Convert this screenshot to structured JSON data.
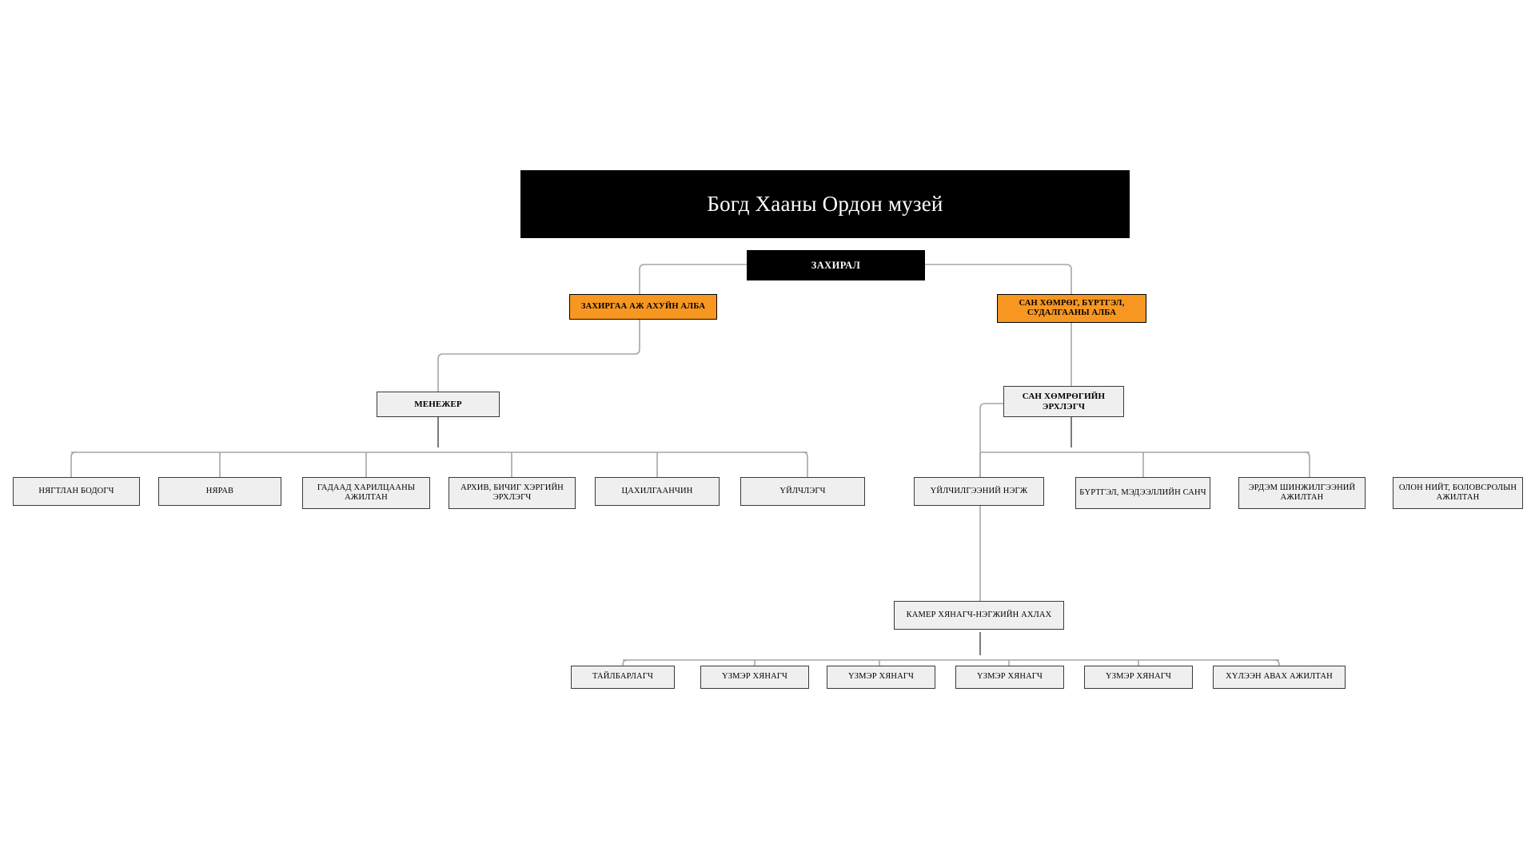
{
  "document": {
    "kind": "organizational-chart",
    "background_color": "#FFFFFF",
    "accent_color": "#F79722",
    "header_color": "#000000",
    "node_fill": "#EFEFEF",
    "connector_color": "#A6A6A6"
  },
  "title": {
    "text": "Богд Хааны Ордон музей"
  },
  "director": {
    "text": "ЗАХИРАЛ"
  },
  "departments": [
    {
      "id": "admin",
      "text": "ЗАХИРГАА АЖ АХУЙН АЛБА"
    },
    {
      "id": "collection",
      "text": "САН ХӨМРӨГ, БҮРТГЭЛ, СУДАЛГААНЫ АЛБА"
    }
  ],
  "managers": [
    {
      "id": "manager",
      "text": "МЕНЕЖЕР"
    },
    {
      "id": "collection_head",
      "text": "САН ХӨМРӨГИЙН ЭРХЛЭГЧ"
    }
  ],
  "admin_staff": [
    {
      "id": "accountant",
      "text": "НЯГТЛАН БОДОГЧ"
    },
    {
      "id": "storekeeper",
      "text": "НЯРАВ"
    },
    {
      "id": "foreign_relations",
      "text": "ГАДААД ХАРИЛЦААНЫ АЖИЛТАН"
    },
    {
      "id": "archive",
      "text": "АРХИВ, БИЧИГ ХЭРГИЙН ЭРХЛЭГЧ"
    },
    {
      "id": "electrician",
      "text": "ЦАХИЛГААНЧИН"
    },
    {
      "id": "attendant",
      "text": "ҮЙЛЧЛЭГЧ"
    }
  ],
  "collection_staff": [
    {
      "id": "service_unit",
      "text": "ҮЙЛЧИЛГЭЭНИЙ НЭГЖ"
    },
    {
      "id": "registry",
      "text": "БҮРТГЭЛ, МЭДЭЭЛЛИЙН САНЧ"
    },
    {
      "id": "research",
      "text": "ЭРДЭМ ШИНЖИЛГЭЭНИЙ АЖИЛТАН"
    },
    {
      "id": "public_education",
      "text": "ОЛОН НИЙТ, БОЛОВСРОЛЫН АЖИЛТАН"
    }
  ],
  "camera_lead": {
    "id": "camera_lead",
    "text": "КАМЕР ХЯНАГЧ-НЭГЖИЙН АХЛАХ"
  },
  "camera_staff": [
    {
      "id": "guide",
      "text": "ТАЙЛБАРЛАГЧ"
    },
    {
      "id": "exhibit_guard_1",
      "text": "ҮЗМЭР ХЯНАГЧ"
    },
    {
      "id": "exhibit_guard_2",
      "text": "ҮЗМЭР ХЯНАГЧ"
    },
    {
      "id": "exhibit_guard_3",
      "text": "ҮЗМЭР ХЯНАГЧ"
    },
    {
      "id": "exhibit_guard_4",
      "text": "ҮЗМЭР ХЯНАГЧ"
    },
    {
      "id": "reception",
      "text": "ХҮЛЭЭН АВАХ АЖИЛТАН"
    }
  ]
}
